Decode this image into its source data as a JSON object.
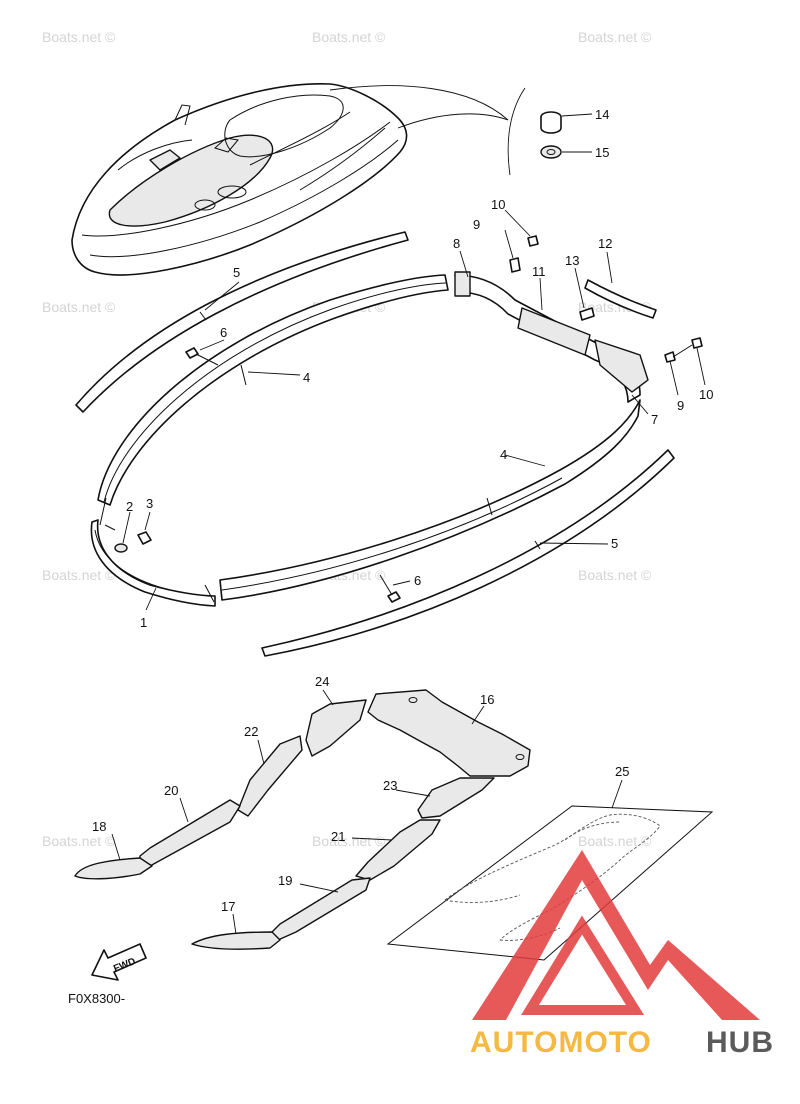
{
  "diagram": {
    "watermark_text": "Boats.net ©",
    "drawing_code": "F0X8300-",
    "fwd_label": "FWD",
    "logo": {
      "part1": "AUTOMOTO",
      "part2": "HUB",
      "color1": "#f5b841",
      "color2": "#5a5a5a",
      "triangle_color": "#e33b3b"
    },
    "callouts": {
      "c1": "1",
      "c2": "2",
      "c3": "3",
      "c4a": "4",
      "c4b": "4",
      "c5a": "5",
      "c5b": "5",
      "c6a": "6",
      "c6b": "6",
      "c7": "7",
      "c8": "8",
      "c9a": "9",
      "c9b": "9",
      "c10a": "10",
      "c10b": "10",
      "c11": "11",
      "c12": "12",
      "c13": "13",
      "c14": "14",
      "c15": "15",
      "c16": "16",
      "c17": "17",
      "c18": "18",
      "c19": "19",
      "c20": "20",
      "c21": "21",
      "c22": "22",
      "c23": "23",
      "c24": "24",
      "c25": "25"
    }
  }
}
